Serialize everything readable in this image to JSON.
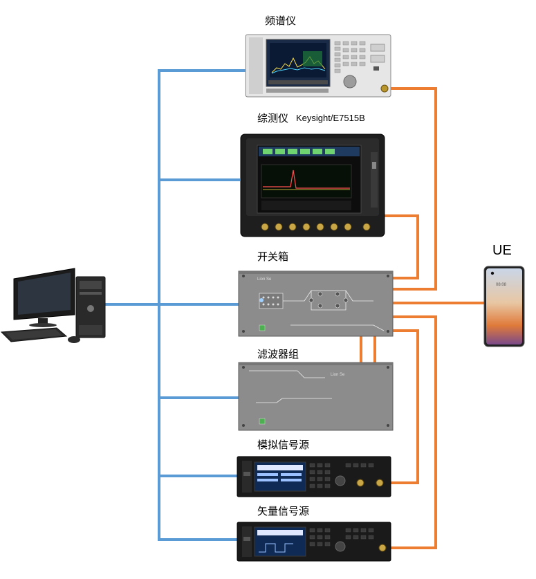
{
  "labels": {
    "spectrum_analyzer": "频谱仪",
    "tester": "综测仪",
    "tester_model": "Keysight/E7515B",
    "switch_box": "开关箱",
    "filter_bank": "滤波器组",
    "analog_signal_source": "模拟信号源",
    "vector_signal_source": "矢量信号源",
    "ue": "UE"
  },
  "device_text": {
    "switch_brand": "Lion Se",
    "phone_clock": "08:08"
  },
  "colors": {
    "control_line": "#5b9bd5",
    "rf_line": "#ed7d31",
    "panel_gray": "#8c8c8c",
    "device_dark": "#1e1e1e"
  },
  "icons": [
    "computer-icon",
    "spectrum-analyzer-icon",
    "tester-icon",
    "switch-box-icon",
    "filter-bank-icon",
    "signal-generator-icon",
    "phone-icon"
  ]
}
